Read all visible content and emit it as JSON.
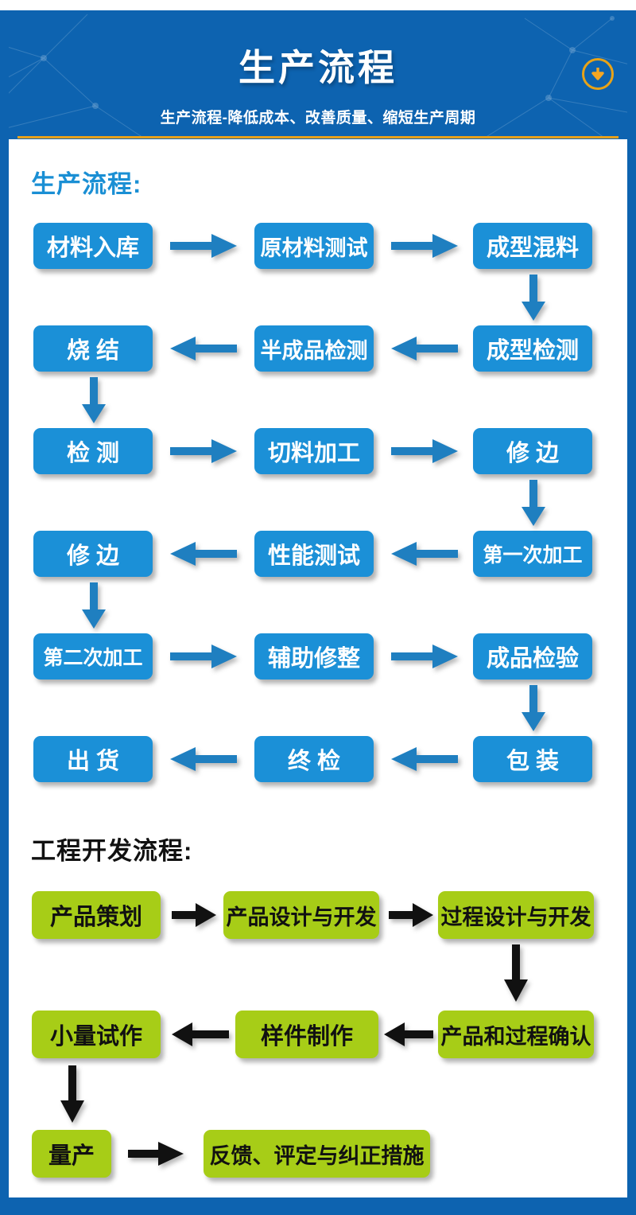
{
  "header": {
    "title": "生产流程",
    "subtitle": "生产流程-降低成本、改善质量、缩短生产周期",
    "download_icon": "download-arrow-icon",
    "bg_color": "#0d63b0",
    "accent_color": "#e6a11d"
  },
  "sections": [
    {
      "heading": "生产流程:",
      "heading_color": "#1a8fd4",
      "node_color": "#1b90d7",
      "node_text_color": "#ffffff",
      "arrow_color": "#1f7fc0",
      "nodes": [
        "材料入库",
        "原材料测试",
        "成型混料",
        "成型检测",
        "半成品检测",
        "烧  结",
        "检  测",
        "切料加工",
        "修  边",
        "第一次加工",
        "性能测试",
        "修  边",
        "第二次加工",
        "辅助修整",
        "成品检验",
        "包  装",
        "终  检",
        "出  货"
      ]
    },
    {
      "heading": "工程开发流程:",
      "heading_color": "#111111",
      "node_color": "#a7cd17",
      "node_text_color": "#111111",
      "arrow_color": "#111111",
      "nodes": [
        "产品策划",
        "产品设计与开发",
        "过程设计与开发",
        "产品和过程确认",
        "样件制作",
        "小量试作",
        "量产",
        "反馈、评定与纠正措施"
      ]
    }
  ],
  "flow": {
    "blue_rows": [
      {
        "dir": "right",
        "cells": [
          "材料入库",
          "原材料测试",
          "成型混料"
        ]
      },
      {
        "dir": "left",
        "cells": [
          "烧  结",
          "半成品检测",
          "成型检测"
        ]
      },
      {
        "dir": "right",
        "cells": [
          "检  测",
          "切料加工",
          "修  边"
        ]
      },
      {
        "dir": "left",
        "cells": [
          "修  边",
          "性能测试",
          "第一次加工"
        ]
      },
      {
        "dir": "right",
        "cells": [
          "第二次加工",
          "辅助修整",
          "成品检验"
        ]
      },
      {
        "dir": "left",
        "cells": [
          "出  货",
          "终  检",
          "包  装"
        ]
      }
    ],
    "green_rows": [
      {
        "dir": "right",
        "cells": [
          "产品策划",
          "产品设计与开发",
          "过程设计与开发"
        ]
      },
      {
        "dir": "left",
        "cells": [
          "小量试作",
          "样件制作",
          "产品和过程确认"
        ]
      },
      {
        "dir": "right",
        "cells": [
          "量产",
          "反馈、评定与纠正措施"
        ]
      }
    ]
  }
}
